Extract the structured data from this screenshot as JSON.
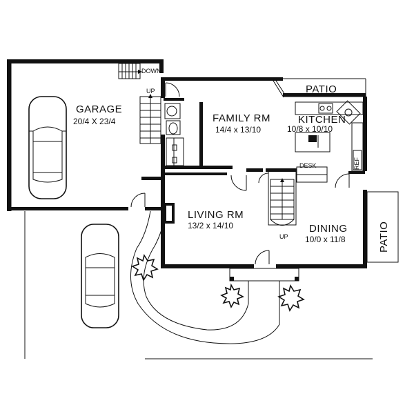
{
  "rooms": {
    "garage": {
      "name": "GARAGE",
      "dims": "20/4 X 23/4"
    },
    "family": {
      "name": "FAMILY RM",
      "dims": "14/4 x 13/10"
    },
    "kitchen": {
      "name": "KITCHEN",
      "dims": "10/8 x 10/10"
    },
    "living": {
      "name": "LIVING RM",
      "dims": "13/2 x 14/10"
    },
    "dining": {
      "name": "DINING",
      "dims": "10/0 x 11/8"
    }
  },
  "labels": {
    "patio_top": "PATIO",
    "patio_right": "PATIO",
    "desk": "DESK",
    "ref": "REF",
    "down": "DOWN",
    "up_garage": "UP",
    "up_stair": "UP"
  }
}
